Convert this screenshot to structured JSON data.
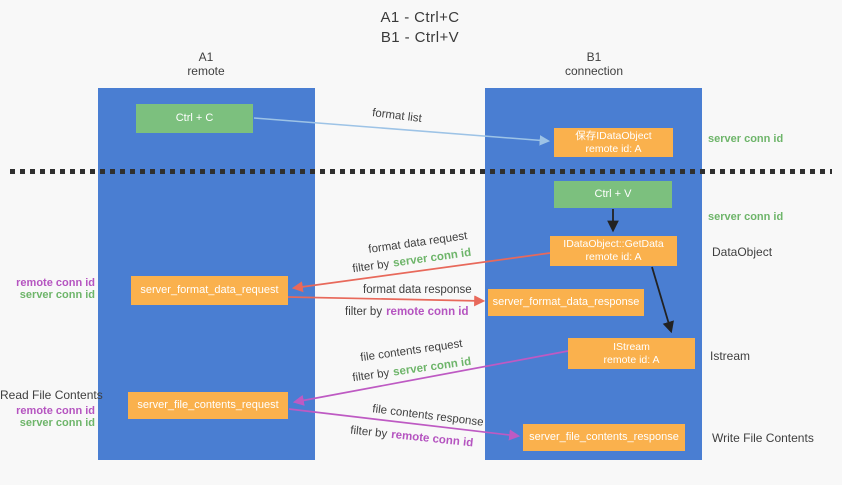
{
  "title": {
    "line1": "A1 - Ctrl+C",
    "line2": "B1 - Ctrl+V"
  },
  "columns": {
    "a1": {
      "name": "A1",
      "subtitle": "remote"
    },
    "b1": {
      "name": "B1",
      "subtitle": "connection"
    }
  },
  "boxes": {
    "ctrl_c": {
      "label": "Ctrl + C"
    },
    "save_idataobject": {
      "line1": "保存IDataObject",
      "line2": "remote id: A"
    },
    "ctrl_v": {
      "label": "Ctrl + V"
    },
    "getdata": {
      "line1": "IDataObject::GetData",
      "line2": "remote id: A"
    },
    "format_request": {
      "label": "server_format_data_request"
    },
    "format_response": {
      "label": "server_format_data_response"
    },
    "istream": {
      "line1": "IStream",
      "line2": "remote id: A"
    },
    "file_request": {
      "label": "server_file_contents_request"
    },
    "file_response": {
      "label": "server_file_contents_response"
    }
  },
  "arrow_labels": {
    "format_list": "format list",
    "format_data_request": "format data request",
    "format_data_response": "format data response",
    "file_contents_request": "file contents request",
    "file_contents_response": "file contents response",
    "filter_by": "filter by"
  },
  "side_labels": {
    "server_conn_id": "server conn id",
    "remote_conn_id": "remote conn id",
    "dataobject": "DataObject",
    "istream": "Istream",
    "read_file_contents": "Read File Contents",
    "write_file_contents": "Write File Contents"
  },
  "colors": {
    "column_blue": "#4A7ED2",
    "box_green": "#7CC07E",
    "box_orange": "#FAB14D",
    "arrow_blue": "#9DC3E6",
    "arrow_red": "#E8695B",
    "arrow_purple": "#BE5AC3",
    "arrow_black": "#222222",
    "text_green": "#6EB56A",
    "text_purple": "#B554C0",
    "text_dark": "#3F3F3F",
    "background": "#F8F8F8"
  }
}
